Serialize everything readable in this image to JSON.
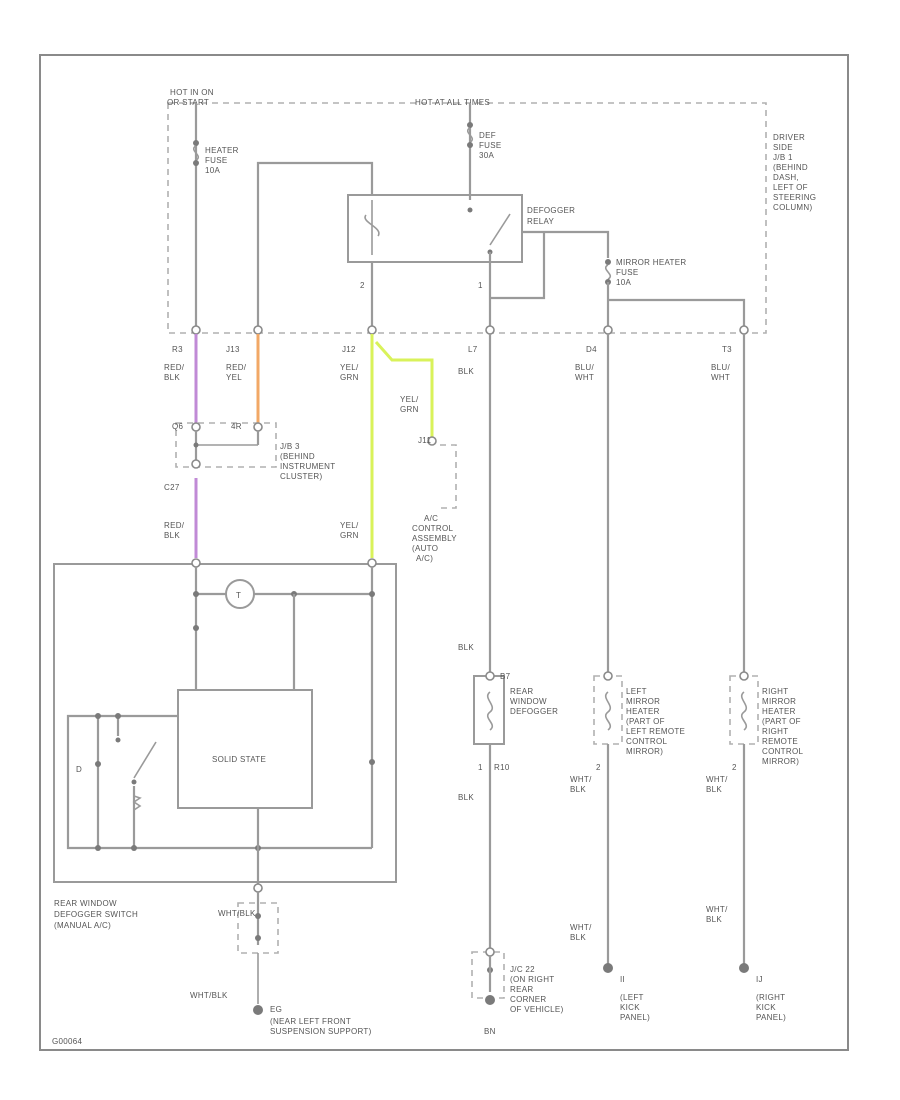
{
  "top_labels": {
    "hot_in_on": "HOT IN ON",
    "or_start": "OR START",
    "hot_at_all_times": "HOT AT ALL TIMES"
  },
  "fuses": {
    "heater": [
      "HEATER",
      "FUSE",
      "10A"
    ],
    "def": [
      "DEF",
      "FUSE",
      "30A"
    ],
    "mirror": [
      "MIRROR HEATER",
      "FUSE",
      "10A"
    ]
  },
  "relay_label": [
    "DEFOGGER",
    "RELAY"
  ],
  "jb1_label": [
    "DRIVER",
    "SIDE",
    "J/B 1",
    "(BEHIND",
    "DASH,",
    "LEFT OF",
    "STEERING",
    "COLUMN)"
  ],
  "relay_pins": [
    "2",
    "1"
  ],
  "connectors": [
    "R3",
    "J13",
    "J12",
    "L7",
    "D4",
    "T3"
  ],
  "wire_colors": {
    "red_blk": [
      "RED/",
      "BLK"
    ],
    "red_yel": [
      "RED/",
      "YEL"
    ],
    "yel_grn": [
      "YEL/",
      "GRN"
    ],
    "yel_grn2": [
      "YEL/",
      "GRN"
    ],
    "blk": "BLK",
    "blu_wht_d4": [
      "BLU/",
      "WHT"
    ],
    "blu_wht_t3": [
      "BLU/",
      "WHT"
    ],
    "red_blk2": [
      "RED/",
      "BLK"
    ],
    "yel_grn3": [
      "YEL/",
      "GRN"
    ],
    "blk_defog_in": "BLK",
    "blk_defog_out": "BLK",
    "wht_blk_left_mirror": [
      "WHT/",
      "BLK"
    ],
    "wht_blk_right_mirror": [
      "WHT/",
      "BLK"
    ],
    "wht_blk_left_ground": [
      "WHT/",
      "BLK"
    ],
    "wht_blk_right_ground": [
      "WHT/",
      "BLK"
    ],
    "wht_blk_switch": "WHT/BLK",
    "wht_blk_ground": "WHT/BLK"
  },
  "jb3": {
    "pins": [
      "Q6",
      "4R"
    ],
    "label": [
      "J/B 3",
      "(BEHIND",
      "INSTRUMENT",
      "CLUSTER)"
    ],
    "c27": "C27"
  },
  "ac_label": [
    "A/C",
    "CONTROL",
    "ASSEMBLY",
    "(AUTO",
    "A/C)"
  ],
  "j11": "J11",
  "switch": {
    "label": [
      "REAR WINDOW",
      "DEFOGGER SWITCH",
      "(MANUAL A/C)"
    ],
    "solid_state": "SOLID STATE",
    "t_symbol": "T",
    "pin_d": "D"
  },
  "defogger": {
    "pin": "B7",
    "label": [
      "REAR",
      "WINDOW",
      "DEFOGGER"
    ],
    "out_pin": "1",
    "ground_conn": "R10"
  },
  "left_mirror": {
    "label": [
      "LEFT",
      "MIRROR",
      "HEATER",
      "(PART OF",
      "LEFT REMOTE",
      "CONTROL",
      "MIRROR)"
    ],
    "out_pin": "2"
  },
  "right_mirror": {
    "label": [
      "RIGHT",
      "MIRROR",
      "HEATER",
      "(PART OF",
      "RIGHT",
      "REMOTE",
      "CONTROL",
      "MIRROR)"
    ],
    "out_pin": "2"
  },
  "junction": {
    "label": [
      "J/C 22",
      "(ON RIGHT",
      "REAR",
      "CORNER",
      "OF VEHICLE)"
    ]
  },
  "grounds": {
    "bn": "BN",
    "ii": "II",
    "ii_label": [
      "(LEFT",
      "KICK",
      "PANEL)"
    ],
    "ij": "IJ",
    "ij_label": [
      "(RIGHT",
      "KICK",
      "PANEL)"
    ],
    "eg": "EG",
    "eg_label": [
      "(NEAR LEFT FRONT",
      "SUSPENSION SUPPORT)"
    ]
  },
  "figure_id": "G00064"
}
